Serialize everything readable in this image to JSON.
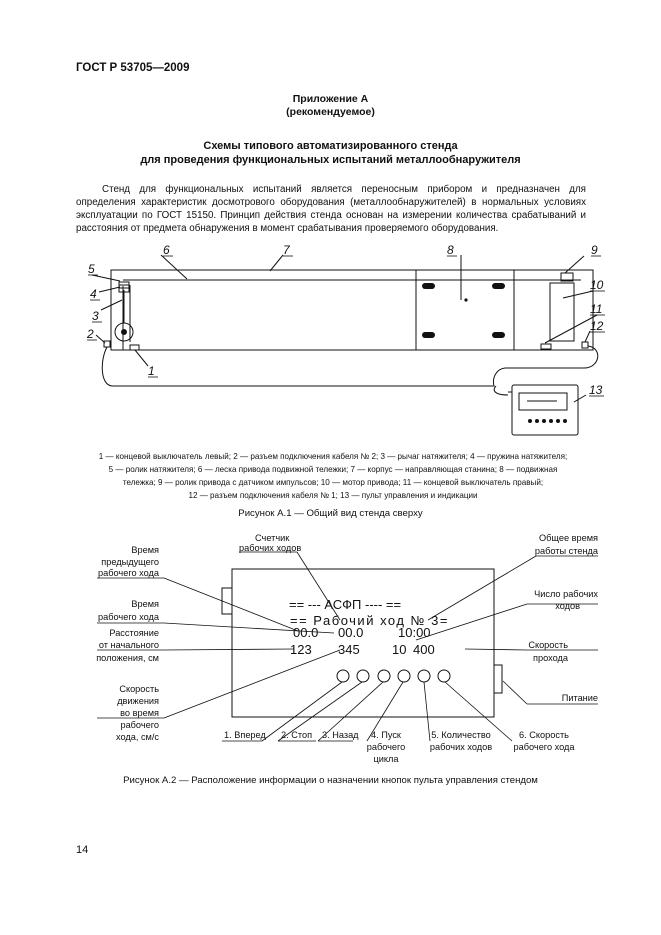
{
  "header": {
    "standard": "ГОСТ Р 53705—2009"
  },
  "appendix": {
    "title": "Приложение А",
    "type": "(рекомендуемое)"
  },
  "section": {
    "title_line1": "Схемы типового автоматизированного стенда",
    "title_line2": "для проведения функциональных испытаний металлообнаружителя"
  },
  "paragraph": "Стенд для функциональных испытаний является переносным прибором и предназначен для определения характеристик досмотрового оборудования (металлообнаружителей) в нормальных условиях эксплуатации по ГОСТ 15150. Принцип действия стенда основан на измерении количества срабатываний и расстояния от предмета обнаружения в момент срабатывания проверяемого оборудования.",
  "figure1": {
    "callouts": [
      "1",
      "2",
      "3",
      "4",
      "5",
      "6",
      "7",
      "8",
      "9",
      "10",
      "11",
      "12",
      "13"
    ],
    "legend": [
      "1 — концевой выключатель левый; 2 — разъем подключения кабеля № 2; 3 — рычаг натяжителя; 4 — пружина натяжителя;",
      "5 — ролик натяжителя; 6 — леска привода подвижной тележки; 7 — корпус — направляющая станина; 8 — подвижная",
      "тележка; 9 — ролик привода с датчиком импульсов; 10 — мотор привода; 11 — концевой выключатель правый;",
      "12 — разъем подключения кабеля № 1; 13 — пульт управления и индикации"
    ],
    "caption": "Рисунок А.1 — Общий вид стенда сверху"
  },
  "figure2": {
    "display": {
      "line1": "== --- АСФП ---- ==",
      "line2": "== Рабочий ход № 3=",
      "r3": [
        "00.0",
        "00.0",
        "10:00"
      ],
      "r4": [
        "123",
        "345",
        "10",
        "400"
      ]
    },
    "labels": {
      "counter": [
        "Счетчик",
        "рабочих ходов"
      ],
      "total_time": [
        "Общее время",
        "работы стенда"
      ],
      "prev_time": [
        "Время",
        "предыдущего",
        "рабочего хода"
      ],
      "work_time": [
        "Время",
        "рабочего хода"
      ],
      "distance": [
        "Расстояние",
        "от начального",
        "положения, см"
      ],
      "count_runs": [
        "Число рабочих",
        "ходов"
      ],
      "pass_speed": [
        "Скорость",
        "прохода"
      ],
      "power": "Питание",
      "speed_move": [
        "Скорость",
        "движения",
        "во время",
        "рабочего",
        "хода, см/с"
      ]
    },
    "buttons": [
      [
        "1. Вперед"
      ],
      [
        "2. Стоп"
      ],
      [
        "3. Назад"
      ],
      [
        "4. Пуск",
        "рабочего",
        "цикла"
      ],
      [
        "5. Количество",
        "рабочих ходов"
      ],
      [
        "6. Скорость",
        "рабочего хода"
      ]
    ],
    "caption": "Рисунок А.2 — Расположение информации о назначении кнопок пульта управления стендом"
  },
  "page_number": "14"
}
